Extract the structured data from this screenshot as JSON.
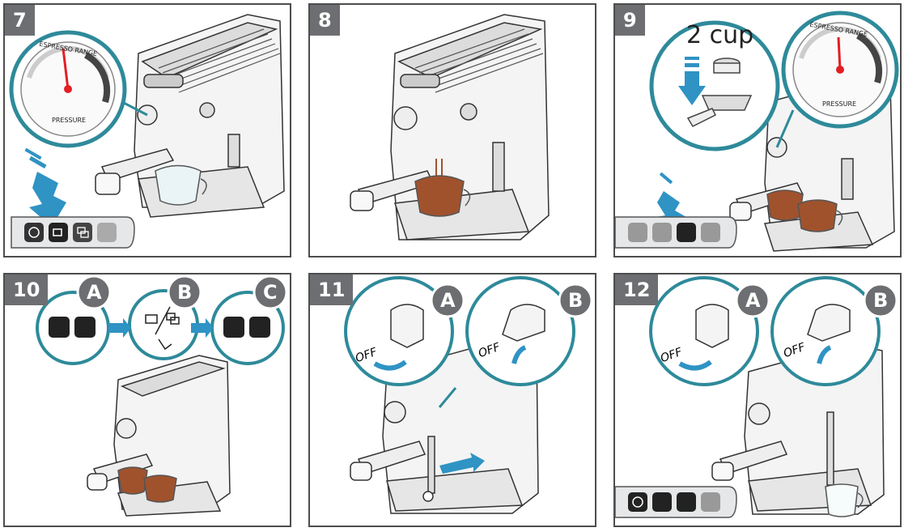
{
  "colors": {
    "teal": "#2e8a9a",
    "arrow_blue": "#2f93c4",
    "badge_grey": "#6d6e71",
    "border": "#4d4d4d",
    "coffee": "#a0522d",
    "needle_red": "#e31e24"
  },
  "steps": [
    {
      "number": "7",
      "gauge": {
        "arc_label": "ESPRESSO RANGE",
        "caption": "PRESSURE"
      },
      "button_panel": [
        "power-icon",
        "single-cup-icon",
        "double-cup-icon",
        "descale-icon"
      ]
    },
    {
      "number": "8"
    },
    {
      "number": "9",
      "cup_label": "2 cup",
      "gauge": {
        "arc_label": "ESPRESSO RANGE",
        "caption": "PRESSURE"
      },
      "button_panel": [
        "power-icon",
        "single-cup-icon",
        "double-cup-icon",
        "descale-icon"
      ]
    },
    {
      "number": "10",
      "callouts": [
        "A",
        "B",
        "C"
      ]
    },
    {
      "number": "11",
      "callouts": [
        "A",
        "B"
      ],
      "knob_label": "OFF"
    },
    {
      "number": "12",
      "callouts": [
        "A",
        "B"
      ],
      "knob_label": "OFF",
      "button_panel": [
        "power-icon",
        "single-cup-icon",
        "double-cup-icon",
        "descale-icon"
      ]
    }
  ]
}
